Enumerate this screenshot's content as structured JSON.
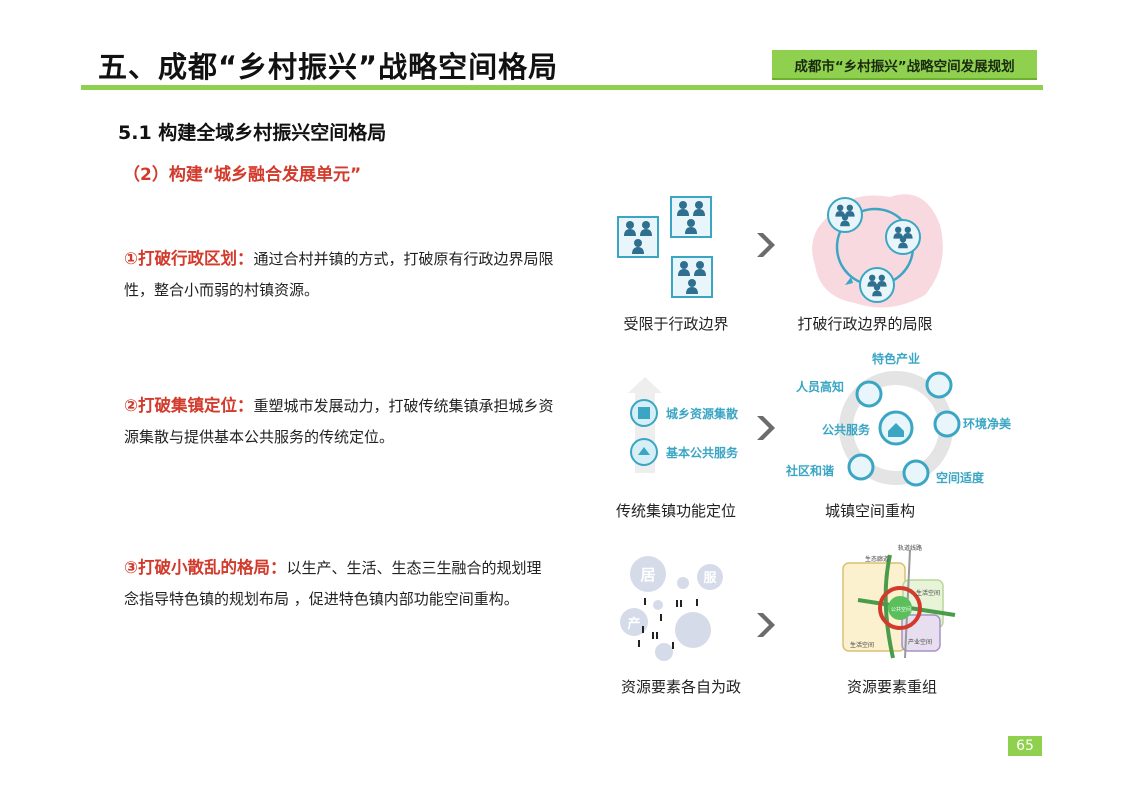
{
  "header": {
    "title": "五、成都“乡村振兴”战略空间格局",
    "badge": "成都市“乡村振兴”战略空间发展规划"
  },
  "section": {
    "title": "5.1 构建全域乡村振兴空间格局",
    "subtitle": "（2）构建“城乡融合发展单元”"
  },
  "points": [
    {
      "heading": "①打破行政区划：",
      "text": "通过合村并镇的方式，打破原有行政边界局限性，整合小而弱的村镇资源。"
    },
    {
      "heading": "②打破集镇定位：",
      "text": "重塑城市发展动力，打破传统集镇承担城乡资源集散与提供基本公共服务的传统定位。"
    },
    {
      "heading": "③打破小散乱的格局：",
      "text": "以生产、生活、生态三生融合的规划理念指导特色镇的规划布局 ，促进特色镇内部功能空间重构。"
    }
  ],
  "diagrams": {
    "row1": {
      "left_caption": "受限于行政边界",
      "right_caption": "打破行政边界的局限"
    },
    "row2": {
      "left_caption": "传统集镇功能定位",
      "right_caption": "城镇空间重构",
      "left_labels": [
        "城乡资源集散",
        "基本公共服务"
      ],
      "center_label": "公共服务",
      "ring_labels": {
        "top": "特色产业",
        "top_left": "人员高知",
        "right": "环境净美",
        "bottom_left": "社区和谐",
        "bottom_right": "空间适度"
      }
    },
    "row3": {
      "left_caption": "资源要素各自为政",
      "right_caption": "资源要素重组",
      "bubble_labels": [
        "居",
        "服",
        "产"
      ],
      "map_labels": [
        "生态廊道",
        "轨道线路",
        "生活空间",
        "生活空间",
        "产业空间",
        "公共空间"
      ]
    }
  },
  "colors": {
    "accent_green": "#8fd14f",
    "highlight_red": "#d23a2c",
    "teal": "#3aa6c4"
  },
  "page_number": "65"
}
